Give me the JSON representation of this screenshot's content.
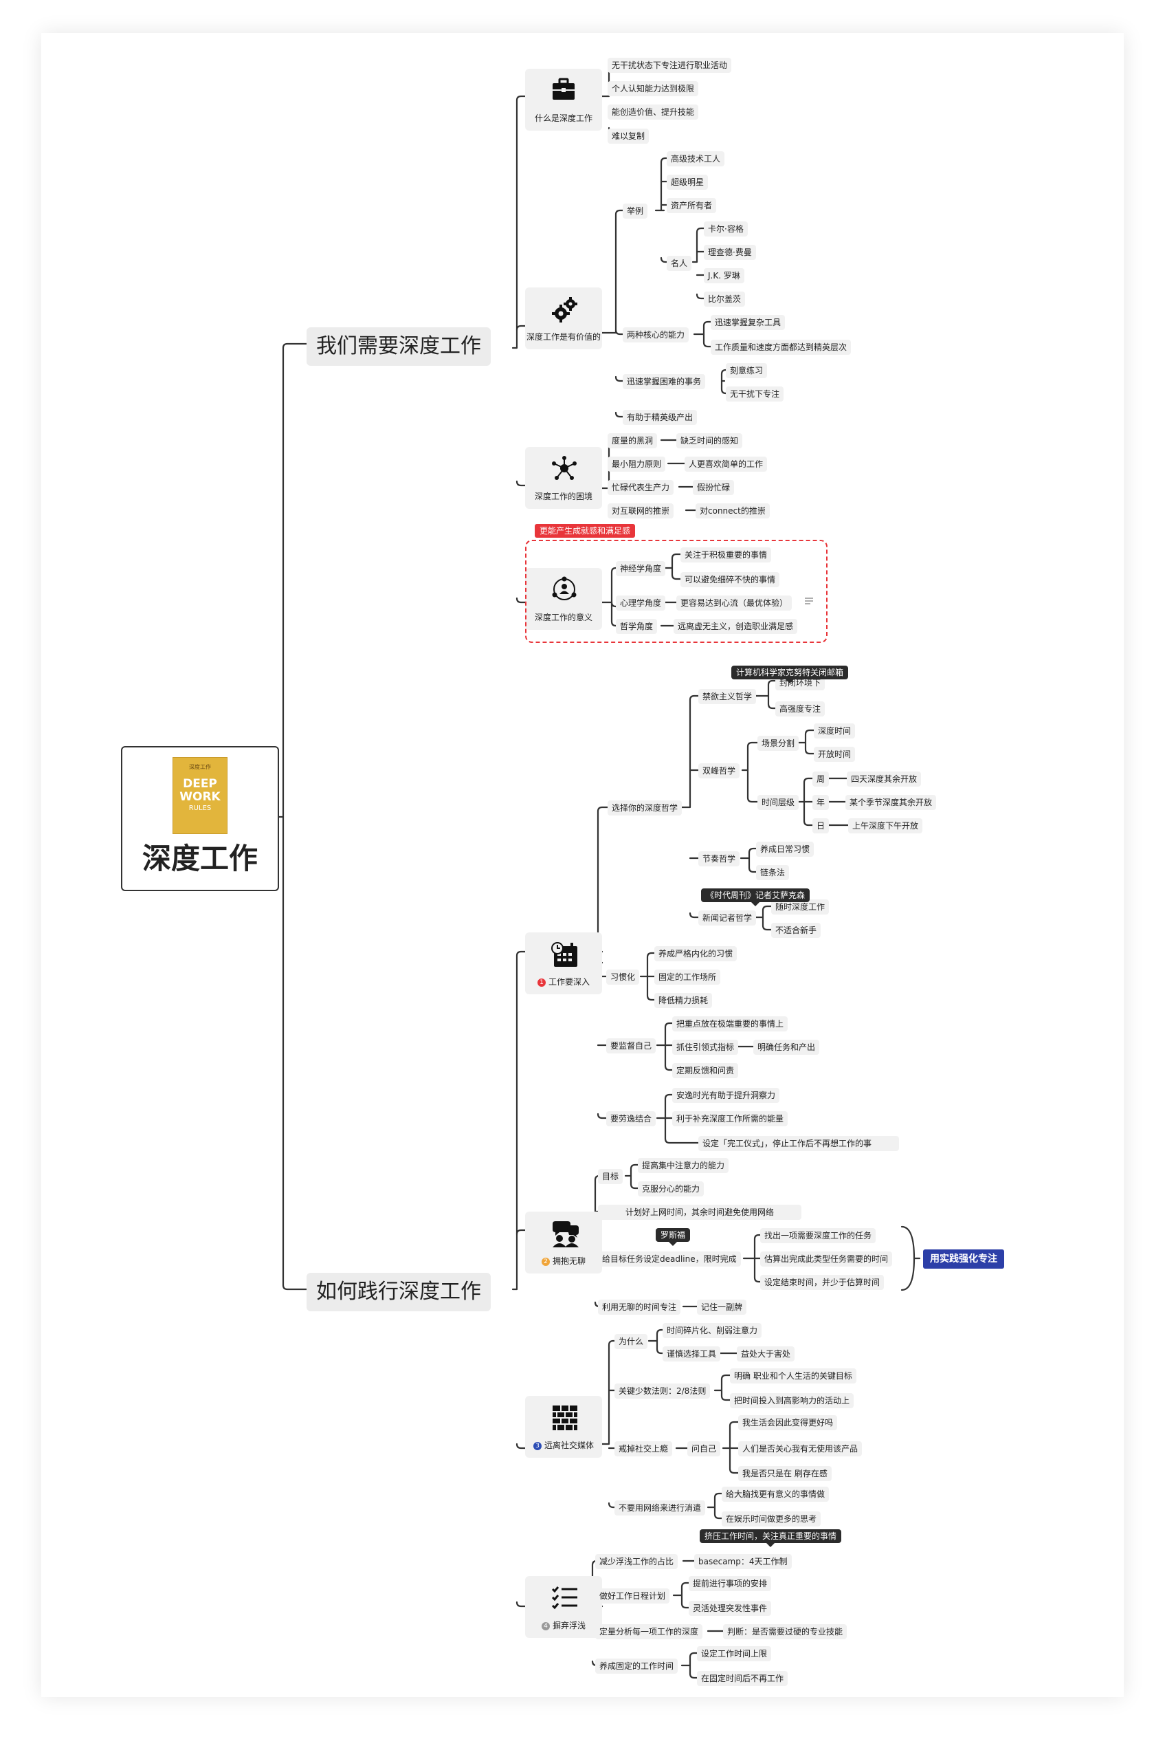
{
  "root": {
    "title": "深度工作",
    "book": {
      "line1": "DEEP",
      "line2": "WORK",
      "line3": "RULES",
      "small": "深度工作"
    }
  },
  "topics": {
    "t1": "我们需要深度工作",
    "t2": "如何践行深度工作"
  },
  "cards": {
    "c1": "什么是深度工作",
    "c2": "深度工作是有价值的",
    "c3": "深度工作的困境",
    "c4": "深度工作的意义",
    "c5": "工作要深入",
    "c6": "拥抱无聊",
    "c7": "远离社交媒体",
    "c8": "摒弃浮浅"
  },
  "card_numbers": {
    "n5": "1",
    "n6": "2",
    "n7": "3",
    "n8": "4"
  },
  "icons": {
    "c1": "briefcase-icon",
    "c2": "gears-icon",
    "c3": "network-icon",
    "c4": "team-icon",
    "c5": "calendar-clock-icon",
    "c6": "chat-people-icon",
    "c7": "brick-wall-icon",
    "c8": "checklist-icon"
  },
  "colors": {
    "num1": "#e8353a",
    "num2": "#f0a53a",
    "num3": "#2c4db5",
    "num4": "#999999",
    "badge": "#2c3fa8",
    "red": "#e8353a"
  },
  "nodes": {
    "a1": "无干扰状态下专注进行职业活动",
    "a2": "个人认知能力达到极限",
    "a3": "能创造价值、提升技能",
    "a4": "难以复制",
    "b_ex": "举例",
    "b1": "高级技术工人",
    "b2": "超级明星",
    "b3": "资产所有者",
    "b_famous": "名人",
    "b4": "卡尔·容格",
    "b5": "理查德·费曼",
    "b6": "J.K. 罗琳",
    "b7": "比尔盖茨",
    "b_core": "两种核心的能力",
    "b8": "迅速掌握复杂工具",
    "b9": "工作质量和速度方面都达到精英层次",
    "b_hard": "迅速掌握困难的事务",
    "b10": "刻意练习",
    "b11": "无干扰下专注",
    "b12": "有助于精英级产出",
    "d1": "度量的黑洞",
    "d1r": "缺乏时间的感知",
    "d2": "最小阻力原则",
    "d2r": "人更喜欢简单的工作",
    "d3": "忙碌代表生产力",
    "d3r": "假扮忙碌",
    "d4": "对互联网的推崇",
    "d4r": "对connect的推崇",
    "m_tag": "更能产生成就感和满足感",
    "m1": "神经学角度",
    "m1a": "关注于积极重要的事情",
    "m1b": "可以避免细碎不快的事情",
    "m2": "心理学角度",
    "m2a": "更容易达到心流（最优体验）",
    "m3": "哲学角度",
    "m3a": "远离虚无主义，创造职业满足感",
    "p_choose": "选择你的深度哲学",
    "p_ascetic": "禁欲主义哲学",
    "p_tip1": "计算机科学家克努特关闭邮箱",
    "p_closed": "封闭环境下",
    "p_high": "高强度专注",
    "p_bimodal": "双峰哲学",
    "p_scene": "场景分割",
    "p_deep": "深度时间",
    "p_open": "开放时间",
    "p_time": "时间层级",
    "p_week": "周",
    "p_week_r": "四天深度其余开放",
    "p_year": "年",
    "p_year_r": "某个季节深度其余开放",
    "p_day": "日",
    "p_day_r": "上午深度下午开放",
    "p_rhythm": "节奏哲学",
    "p_habit": "养成日常习惯",
    "p_chain": "链条法",
    "p_journal": "新闻记者哲学",
    "p_tip2": "《时代周刊》记者艾萨克森",
    "p_anytime": "随时深度工作",
    "p_notnew": "不适合新手",
    "h_habit": "习惯化",
    "h1": "养成严格内化的习惯",
    "h2": "固定的工作场所",
    "h3": "降低精力损耗",
    "s_super": "要监督自己",
    "s1": "把重点放在极端重要的事情上",
    "s2": "抓住引领式指标",
    "s2r": "明确任务和产出",
    "s3": "定期反馈和问责",
    "r_rest": "要劳逸结合",
    "r1": "安逸时光有助于提升洞察力",
    "r2": "利于补充深度工作所需的能量",
    "r3": "设定「完工仪式」，停止工作后不再想工作的事",
    "e_goal": "目标",
    "e1": "提高集中注意力的能力",
    "e2": "克服分心的能力",
    "e3": "计划好上网时间，其余时间避免使用网络",
    "e_dead": "给目标任务设定deadline，限时完成",
    "e_tip": "罗斯福",
    "e4": "找出一项需要深度工作的任务",
    "e5": "估算出完成此类型任务需要的时间",
    "e6": "设定结束时间，并少于估算时间",
    "e_badge": "用实践强化专注",
    "e_bored": "利用无聊的时间专注",
    "e_mem": "记住一副牌",
    "f_why": "为什么",
    "f1": "时间碎片化、削弱注意力",
    "f2": "谨慎选择工具",
    "f2r": "益处大于害处",
    "f_key": "关键少数法则：2/8法则",
    "f3": "明确 职业和个人生活的关键目标",
    "f4": "把时间投入到高影响力的活动上",
    "f_quit": "戒掉社交上瘾",
    "f_ask": "问自己",
    "f5": "我生活会因此变得更好吗",
    "f6": "人们是否关心我有无使用该产品",
    "f7": "我是否只是在 刷存在感",
    "f_net": "不要用网络来进行消遣",
    "f8": "给大脑找更有意义的事情做",
    "f9": "在娱乐时间做更多的思考",
    "g_less": "减少浮浅工作的占比",
    "g_tip": "挤压工作时间，关注真正重要的事情",
    "g1": "basecamp：4天工作制",
    "g_plan": "做好工作日程计划",
    "g2": "提前进行事项的安排",
    "g3": "灵活处理突发性事件",
    "g_quant": "定量分析每一项工作的深度",
    "g4": "判断：是否需要过硬的专业技能",
    "g_fixed": "养成固定的工作时间",
    "g5": "设定工作时间上限",
    "g6": "在固定时间后不再工作"
  }
}
